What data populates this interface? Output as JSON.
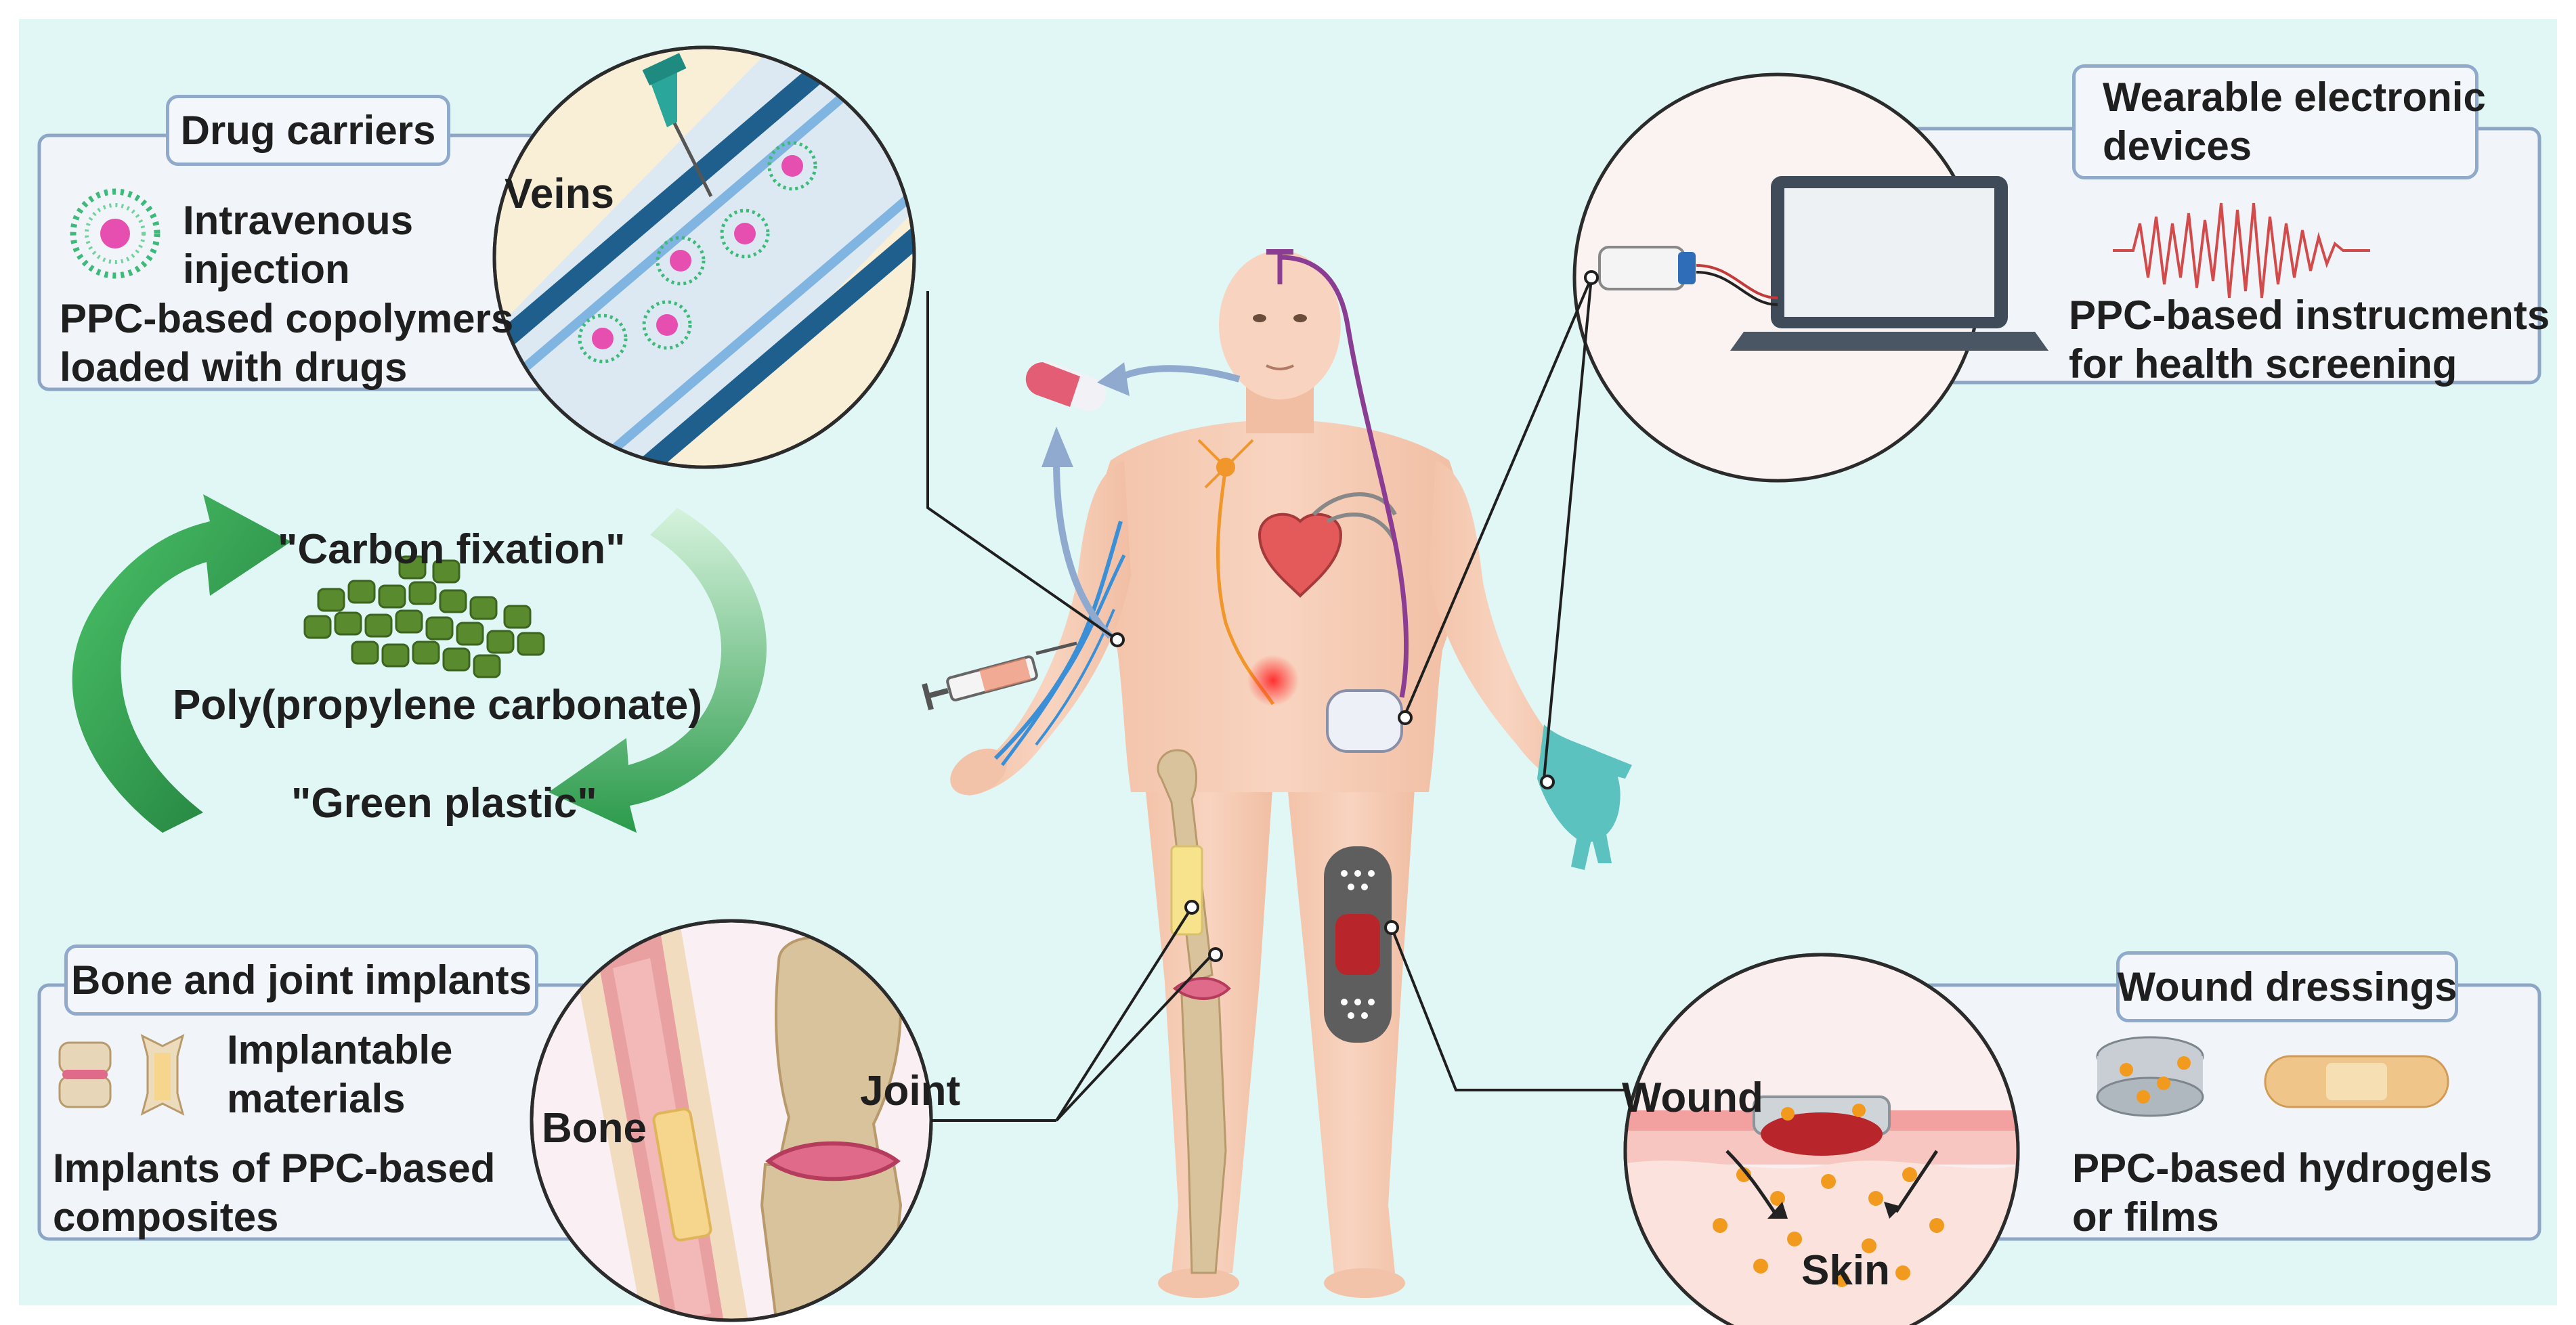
{
  "panels": {
    "drug_carriers": {
      "title": "Drug carriers",
      "icon_label": "Intravenous\ninjection",
      "desc": "PPC-based copolymers\nloaded with drugs",
      "circle_label": "Veins"
    },
    "wearable": {
      "title": "Wearable electronic\ndevices",
      "desc": "PPC-based instrucments\nfor health screening"
    },
    "bone": {
      "title": "Bone and joint implants",
      "icon_label": "Implantable\nmaterials",
      "desc": "Implants of PPC-based\ncomposites",
      "circle_label_bone": "Bone",
      "circle_label_joint": "Joint"
    },
    "wound": {
      "title": "Wound dressings",
      "desc": "PPC-based hydrogels\nor films",
      "circle_label_wound": "Wound",
      "circle_label_skin": "Skin"
    }
  },
  "cycle": {
    "top_label": "\"Carbon fixation\"",
    "center_label": "Poly(propylene carbonate)",
    "bottom_label": "\"Green plastic\""
  },
  "colors": {
    "background": "#e0f7f6",
    "panel_fill": "#f1f5fa",
    "panel_border": "#8da6c6",
    "tag_border": "#90aacb",
    "skin": "#f6cdb6",
    "green_arrow": "#2e9e4e",
    "vein": "#3a8fd6",
    "wire": "#8a3d93",
    "glove": "#5cc2c0"
  }
}
